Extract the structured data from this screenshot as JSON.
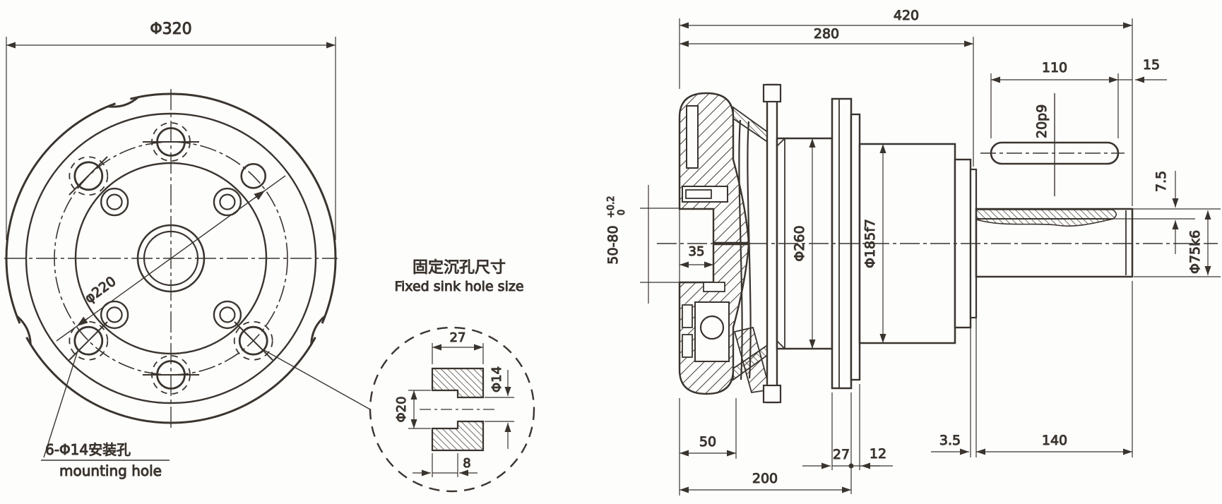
{
  "front_view": {
    "outer_diameter": "Φ320",
    "bolt_circle_diameter": "φ220",
    "mounting_hole_note_zh": "6-Φ14安装孔",
    "mounting_hole_note_en": "mounting hole"
  },
  "detail_view": {
    "title_zh": "固定沉孔尺寸",
    "title_en": "Fixed sink hole size",
    "flange_thickness": "27",
    "hole_diameter": "Φ14",
    "counterbore_diameter": "Φ20",
    "counterbore_depth": "8"
  },
  "section_view": {
    "overall_length": "420",
    "housing_length": "280",
    "keyway_length": "110",
    "keyway_end_offset": "15",
    "keyway_width": "20p9",
    "keyway_depth": "7.5",
    "shaft_diameter": "Φ75k6",
    "input_bore": "50-80",
    "input_bore_tol_upper": "+0.2",
    "input_bore_tol_lower": "0",
    "input_bore_depth": "35",
    "housing_diameter": "Φ260",
    "spigot_diameter": "Φ185f7",
    "spacer_thickness": "3.5",
    "shaft_length": "140",
    "hub_width": "50",
    "flange_plate_thickness": "27",
    "step_width": "12",
    "mid_length": "200"
  },
  "colors": {
    "line": "#3a342e",
    "background": "#fdfdfc"
  }
}
